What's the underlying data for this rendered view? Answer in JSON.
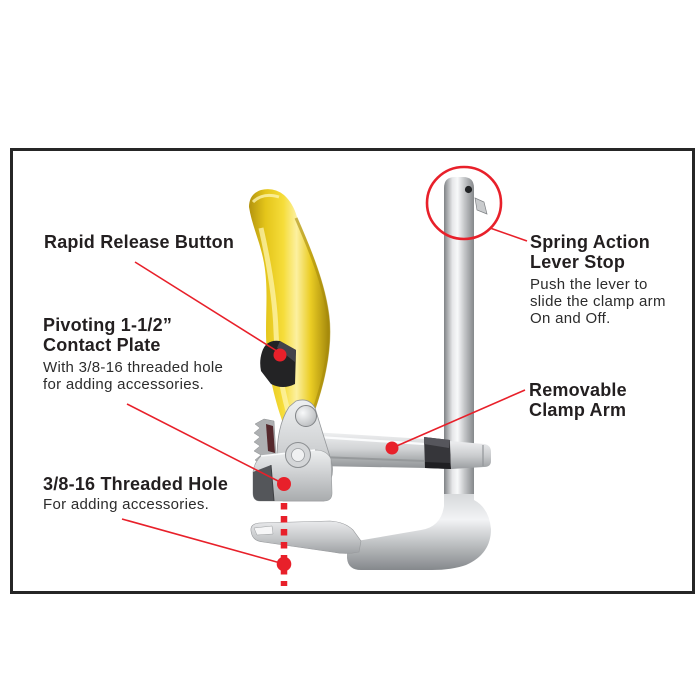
{
  "frame": {
    "background": "#ffffff",
    "border_color": "#262626"
  },
  "palette": {
    "annotation_red": "#e8202a",
    "handle_yellow": "#f3d829",
    "metal_light": "#f2f3f4",
    "metal_dark": "#8e9194",
    "text_color": "#231f20"
  },
  "labels": {
    "rapid_release": {
      "title": "Rapid Release Button"
    },
    "pivoting_contact_plate": {
      "title_lines": [
        "Pivoting 1-1/2”",
        "Contact Plate"
      ],
      "body_lines": [
        "With 3/8-16 threaded hole",
        "for adding accessories."
      ]
    },
    "threaded_hole": {
      "title": "3/8-16 Threaded Hole",
      "body": "For adding accessories."
    },
    "spring_action": {
      "title_lines": [
        "Spring Action",
        "Lever Stop"
      ],
      "body_lines": [
        "Push the lever to",
        "slide the clamp arm",
        "On and Off."
      ]
    },
    "removable_clamp_arm": {
      "title_lines": [
        "Removable",
        "Clamp Arm"
      ]
    }
  }
}
